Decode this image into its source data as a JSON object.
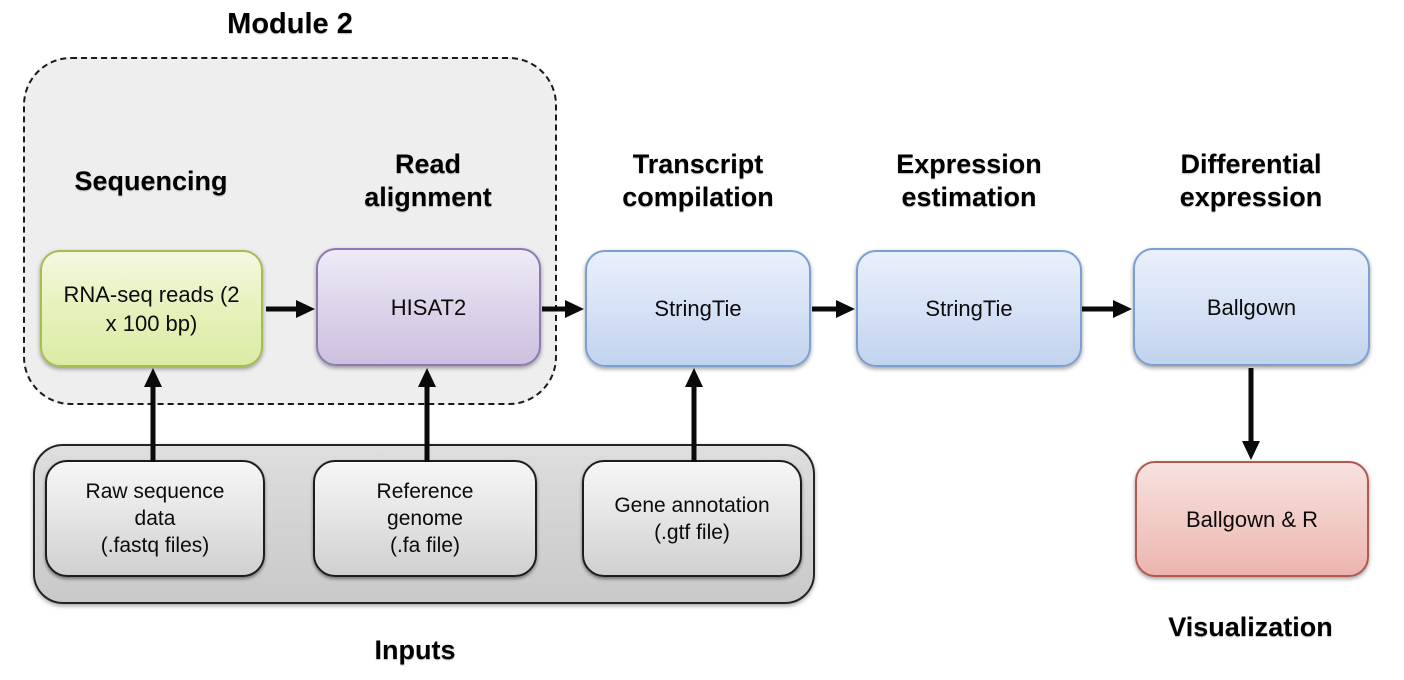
{
  "module": {
    "title": "Module 2"
  },
  "stages": [
    {
      "header": "Sequencing",
      "node": "RNA-seq reads (2\nx 100 bp)"
    },
    {
      "header": "Read\nalignment",
      "node": "HISAT2"
    },
    {
      "header": "Transcript\ncompilation",
      "node": "StringTie"
    },
    {
      "header": "Expression\nestimation",
      "node": "StringTie"
    },
    {
      "header": "Differential\nexpression",
      "node": "Ballgown"
    }
  ],
  "inputs": {
    "label": "Inputs",
    "items": [
      {
        "label": "Raw sequence\ndata\n(.fastq files)"
      },
      {
        "label": "Reference\ngenome\n(.fa file)"
      },
      {
        "label": "Gene annotation\n(.gtf file)"
      }
    ]
  },
  "visualization": {
    "label": "Visualization",
    "node": "Ballgown & R"
  },
  "colors": {
    "sequencing_fill": "#e6f1bc",
    "sequencing_border": "#a6bd4f",
    "alignment_fill": "#ddd4ea",
    "alignment_border": "#8d7ab2",
    "tool_fill": "#d6e2f5",
    "tool_border": "#7c9fd2",
    "visualization_fill": "#f2ccc7",
    "visualization_border": "#b05a50",
    "module_fill": "#eeeeee",
    "inputs_fill": "#d2d2d2",
    "arrow": "#0a0a0a"
  }
}
